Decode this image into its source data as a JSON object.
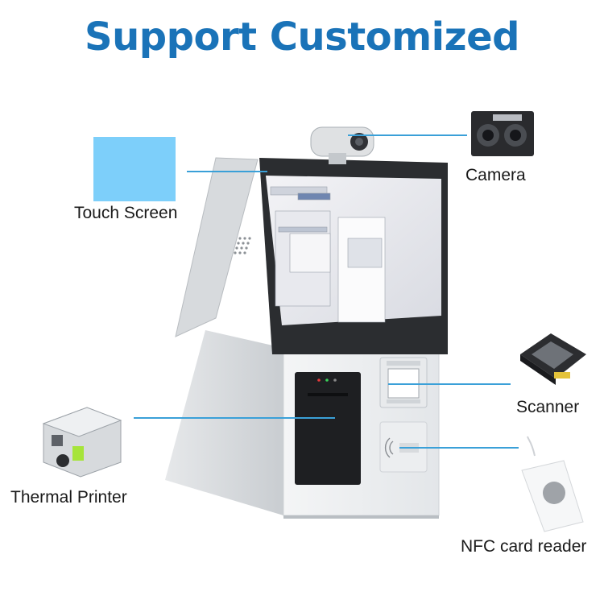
{
  "title": "Support Customized",
  "callouts": {
    "touch_screen": "Touch Screen",
    "camera": "Camera",
    "scanner": "Scanner",
    "thermal_printer": "Thermal Printer",
    "nfc_card_reader": "NFC card reader"
  },
  "colors": {
    "title": "#1a73b8",
    "leader_line": "#3aa0d8",
    "touch_screen_swatch": "#7dcffa"
  }
}
